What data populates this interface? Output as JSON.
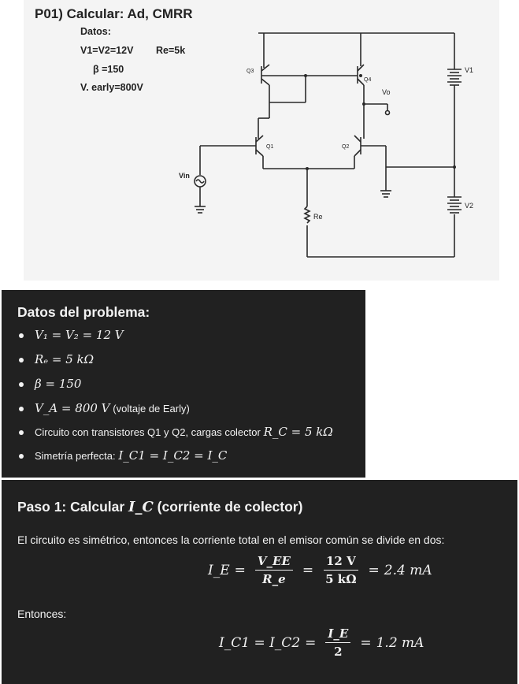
{
  "problem": {
    "title": "P01) Calcular: Ad, CMRR",
    "datos_label": "Datos:",
    "line1_a": "V1=V2=12V",
    "line1_b": "Re=5k",
    "beta": "β =150",
    "early": "V. early=800V",
    "labels": {
      "q1": "Q1",
      "q2": "Q2",
      "q3": "Q3",
      "q4": "Q4",
      "vo": "Vo",
      "vin": "Vin",
      "re": "Re",
      "v1": "V1",
      "v2": "V2"
    }
  },
  "data_panel": {
    "heading": "Datos del problema:",
    "b1": "V₁ = V₂ = 12 V",
    "b2": "Rₑ = 5 kΩ",
    "b3": "β = 150",
    "b4_math": "V_A = 800 V",
    "b4_note": "(voltaje de Early)",
    "b5_text": "Circuito con transistores Q1 y Q2, cargas colector",
    "b5_math": "R_C = 5 kΩ",
    "b6_text": "Simetría perfecta:",
    "b6_math": "I_C1 = I_C2 = I_C"
  },
  "step_panel": {
    "heading_pre": "Paso 1: Calcular",
    "heading_math": "I_C",
    "heading_post": "(corriente de colector)",
    "intro": "El circuito es simétrico, entonces la corriente total en el emisor común se divide en dos:",
    "eq1": {
      "lhs": "I_E",
      "f1_num": "V_EE",
      "f1_den": "R_e",
      "f2_num": "12 V",
      "f2_den": "5 kΩ",
      "rhs": "2.4 mA"
    },
    "entonces": "Entonces:",
    "eq2": {
      "lhs": "I_C1 = I_C2",
      "f_num": "I_E",
      "f_den": "2",
      "rhs": "1.2 mA"
    }
  }
}
